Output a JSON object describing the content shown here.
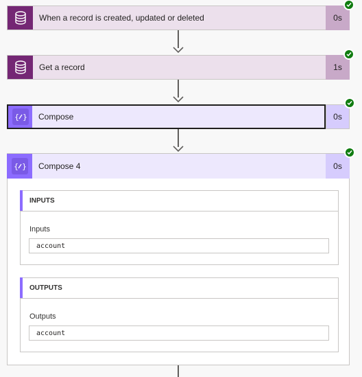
{
  "steps": [
    {
      "title": "When a record is created, updated or deleted",
      "duration": "0s",
      "icon": "database-icon"
    },
    {
      "title": "Get a record",
      "duration": "1s",
      "icon": "database-icon"
    },
    {
      "title": "Compose",
      "duration": "0s",
      "icon": "compose-icon"
    },
    {
      "title": "Compose 4",
      "duration": "0s",
      "icon": "compose-icon"
    }
  ],
  "compose4": {
    "inputs": {
      "header": "INPUTS",
      "label": "Inputs",
      "value": "account"
    },
    "outputs": {
      "header": "OUTPUTS",
      "label": "Outputs",
      "value": "account"
    }
  },
  "colors": {
    "dataverse": "#742774",
    "compose": "#8c6cff",
    "success": "#107c10"
  }
}
